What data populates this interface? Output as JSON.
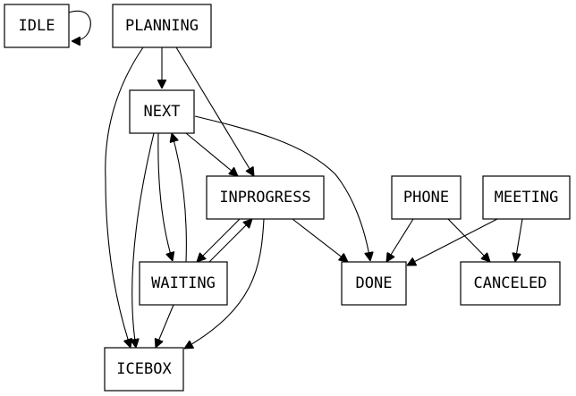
{
  "nodes": {
    "idle": "IDLE",
    "planning": "PLANNING",
    "next": "NEXT",
    "inprogress": "INPROGRESS",
    "phone": "PHONE",
    "meeting": "MEETING",
    "waiting": "WAITING",
    "done": "DONE",
    "canceled": "CANCELED",
    "icebox": "ICEBOX"
  },
  "edges": [
    {
      "from": "IDLE",
      "to": "IDLE"
    },
    {
      "from": "PLANNING",
      "to": "NEXT"
    },
    {
      "from": "PLANNING",
      "to": "INPROGRESS"
    },
    {
      "from": "PLANNING",
      "to": "ICEBOX"
    },
    {
      "from": "NEXT",
      "to": "INPROGRESS"
    },
    {
      "from": "NEXT",
      "to": "DONE"
    },
    {
      "from": "NEXT",
      "to": "WAITING"
    },
    {
      "from": "NEXT",
      "to": "ICEBOX"
    },
    {
      "from": "WAITING",
      "to": "NEXT"
    },
    {
      "from": "WAITING",
      "to": "INPROGRESS"
    },
    {
      "from": "WAITING",
      "to": "ICEBOX"
    },
    {
      "from": "INPROGRESS",
      "to": "WAITING"
    },
    {
      "from": "INPROGRESS",
      "to": "DONE"
    },
    {
      "from": "INPROGRESS",
      "to": "ICEBOX"
    },
    {
      "from": "PHONE",
      "to": "DONE"
    },
    {
      "from": "PHONE",
      "to": "CANCELED"
    },
    {
      "from": "MEETING",
      "to": "DONE"
    },
    {
      "from": "MEETING",
      "to": "CANCELED"
    }
  ]
}
